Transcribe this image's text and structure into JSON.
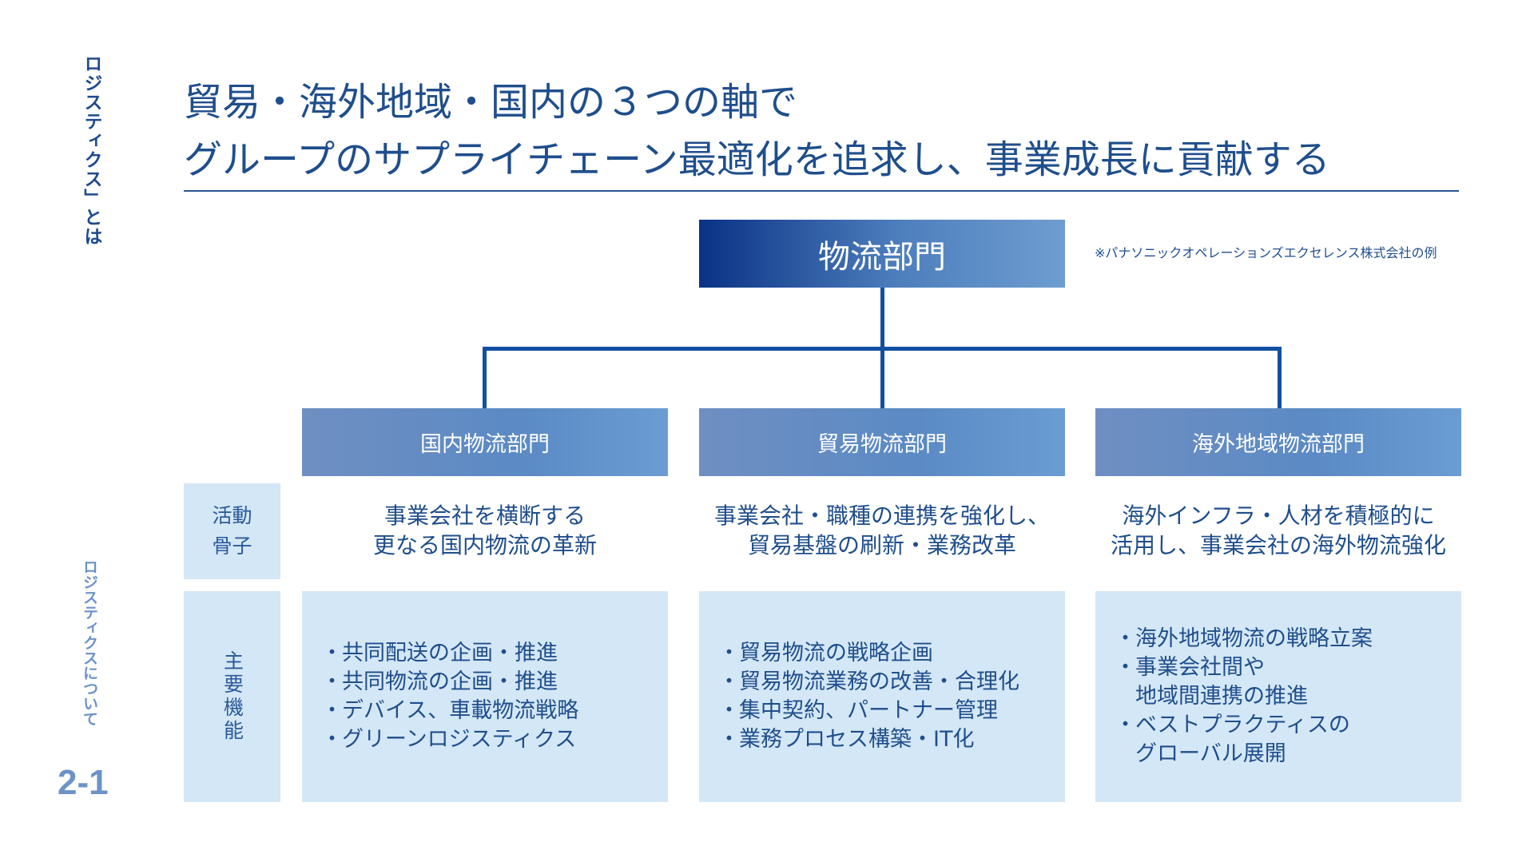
{
  "side": {
    "top_label": "ロジスティクス」とは",
    "bottom_label": "ロジスティクスについて",
    "page_number": "2-1"
  },
  "headline": {
    "line1": "貿易・海外地域・国内の３つの軸で",
    "line2": "グループのサプライチェーン最適化を追求し、事業成長に貢献する"
  },
  "top_department": "物流部門",
  "note": "※パナソニックオペレーションズエクセレンス株式会社の例",
  "row_labels": {
    "activity": [
      "活動",
      "骨子"
    ],
    "functions": "主要機能"
  },
  "departments": [
    {
      "name": "国内物流部門",
      "activity": [
        "事業会社を横断する",
        "更なる国内物流の革新"
      ],
      "functions": [
        {
          "bullet": true,
          "text": "共同配送の企画・推進"
        },
        {
          "bullet": true,
          "text": "共同物流の企画・推進"
        },
        {
          "bullet": true,
          "text": "デバイス、車載物流戦略"
        },
        {
          "bullet": true,
          "text": "グリーンロジスティクス"
        }
      ]
    },
    {
      "name": "貿易物流部門",
      "activity": [
        "事業会社・職種の連携を強化し、",
        "貿易基盤の刷新・業務改革"
      ],
      "functions": [
        {
          "bullet": true,
          "text": "貿易物流の戦略企画"
        },
        {
          "bullet": true,
          "text": "貿易物流業務の改善・合理化"
        },
        {
          "bullet": true,
          "text": "集中契約、パートナー管理"
        },
        {
          "bullet": true,
          "text": "業務プロセス構築・IT化"
        }
      ]
    },
    {
      "name": "海外地域物流部門",
      "activity": [
        "海外インフラ・人材を積極的に",
        "活用し、事業会社の海外物流強化"
      ],
      "functions": [
        {
          "bullet": true,
          "text": "海外地域物流の戦略立案"
        },
        {
          "bullet": true,
          "text": "事業会社間や"
        },
        {
          "bullet": false,
          "text": "地域間連携の推進"
        },
        {
          "bullet": true,
          "text": "ベストプラクティスの"
        },
        {
          "bullet": false,
          "text": "グローバル展開"
        }
      ]
    }
  ],
  "colors": {
    "primary": "#1f4e8c",
    "connector": "#1150a0",
    "light_fill": "#d4e7f6"
  }
}
